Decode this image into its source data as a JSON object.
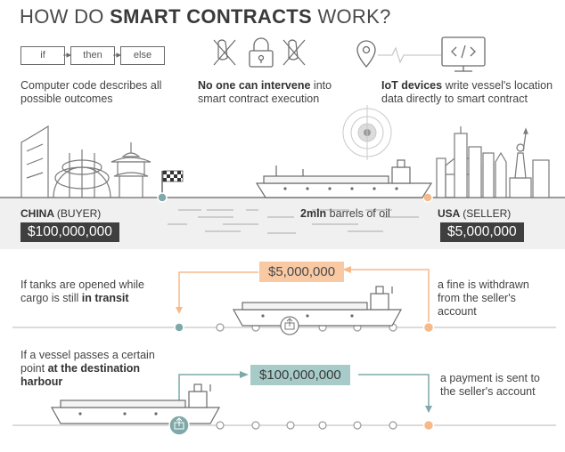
{
  "title": {
    "prefix": "HOW DO ",
    "bold": "SMART CONTRACTS",
    "suffix": " WORK?"
  },
  "code_flow": [
    "if",
    "then",
    "else"
  ],
  "features": [
    {
      "bold": "",
      "text": "Computer code describes all possible outcomes"
    },
    {
      "bold": "No one can intervene",
      "text": " into smart contract execution"
    },
    {
      "bold": "IoT devices",
      "text": " write vessel's location data directly to smart contract"
    }
  ],
  "buyer": {
    "country": "CHINA",
    "role": "(BUYER)",
    "amount": "$100,000,000"
  },
  "seller": {
    "country": "USA",
    "role": "(SELLER)",
    "amount": "$5,000,000"
  },
  "cargo": {
    "bold": "2mln",
    "text": " barrels of oil"
  },
  "scenario_transit": {
    "text": "If tanks are opened while cargo is still ",
    "bold": "in transit",
    "amount": "$5,000,000",
    "result": "a fine is withdrawn from the seller's account"
  },
  "scenario_destination": {
    "text": "If a vessel passes a certain point ",
    "bold": "at the destination harbour",
    "amount": "$100,000,000",
    "result": "a payment is sent to the seller's account"
  },
  "colors": {
    "peach": "#f8c9a3",
    "teal": "#a7cbc9",
    "dark": "#3f3f3f",
    "orange_dot": "#f6b98a",
    "teal_dot": "#7fa9a8"
  },
  "icons": [
    "no-touch-icon",
    "padlock-icon",
    "no-touch-icon",
    "location-pin-icon",
    "code-monitor-icon",
    "sensor-target-icon"
  ]
}
